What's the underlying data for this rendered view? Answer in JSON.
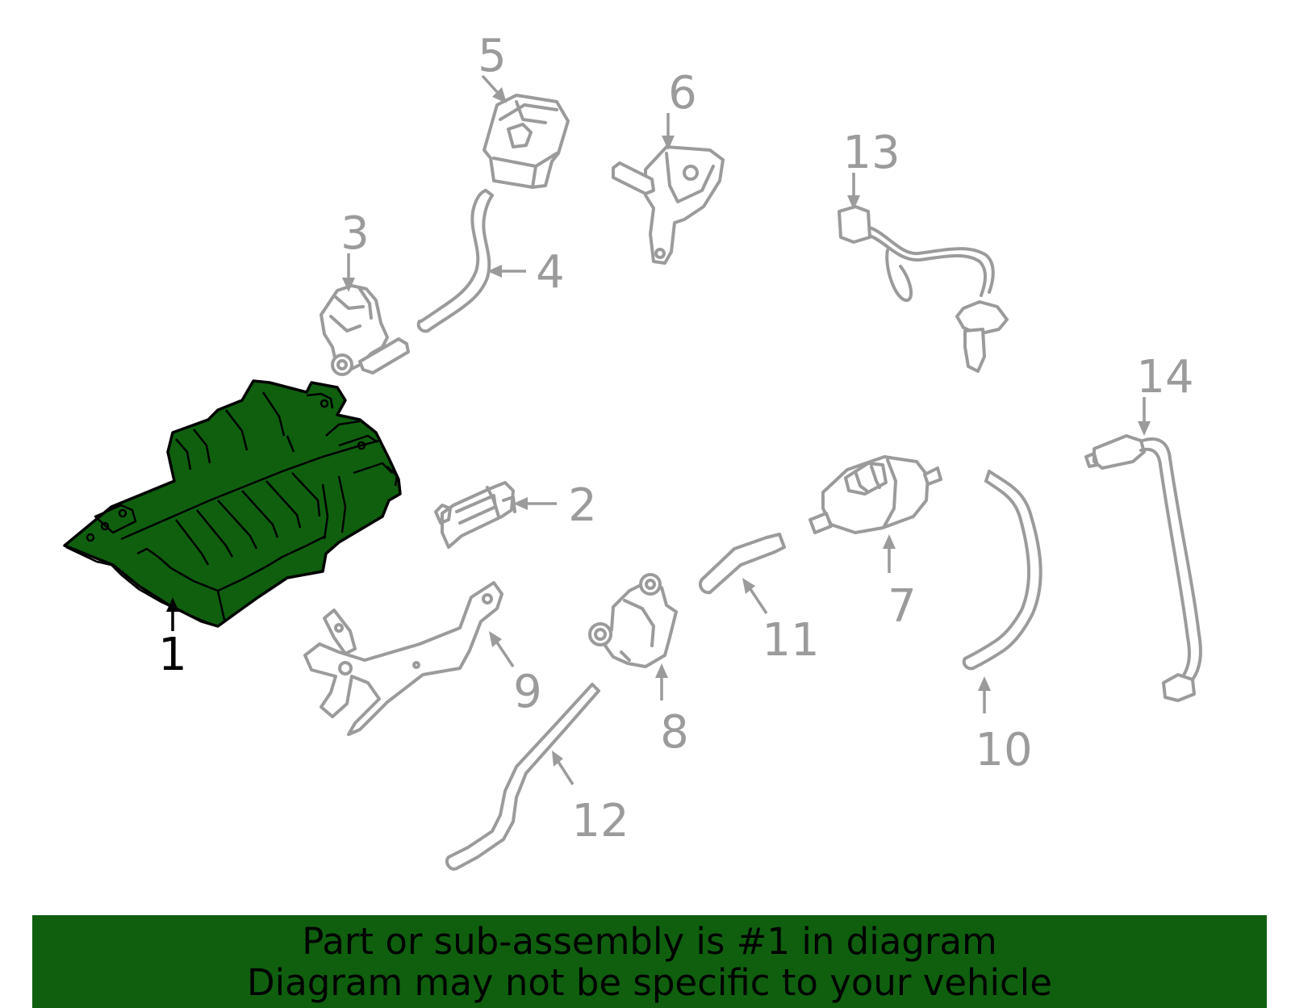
{
  "diagram": {
    "callouts": [
      "1",
      "2",
      "3",
      "4",
      "5",
      "6",
      "7",
      "8",
      "9",
      "10",
      "11",
      "12",
      "13",
      "14"
    ],
    "highlighted_part": "1"
  },
  "colors": {
    "highlight": "#0f5f0f",
    "line_art": "#9b9b9b",
    "banner_bg": "#0f5f0f",
    "banner_text": "#000000"
  },
  "banner": {
    "line1": "Part or sub-assembly is #1 in diagram",
    "line2": "Diagram may not be specific to your vehicle"
  }
}
